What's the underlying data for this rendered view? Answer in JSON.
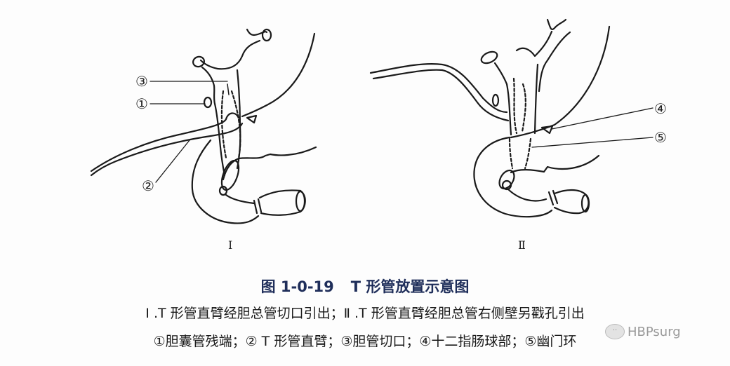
{
  "figure": {
    "panels": [
      {
        "id": "I",
        "label": "I",
        "callouts": [
          "③",
          "①",
          "②"
        ]
      },
      {
        "id": "II",
        "label": "Ⅱ",
        "callouts": [
          "④",
          "⑤"
        ]
      }
    ]
  },
  "caption": {
    "number": "图 1-0-19",
    "title": "T 形管放置示意图",
    "title_color": "#1f2e5a",
    "line1": "Ⅰ .T 形管直臂经胆总管切口引出；Ⅱ .T 形管直臂经胆总管右侧壁另戳孔引出",
    "line2": "①胆囊管残端；② T 形管直臂；③胆管切口；④十二指肠球部；⑤幽门环"
  },
  "watermark": {
    "text": "HBPsurg"
  }
}
